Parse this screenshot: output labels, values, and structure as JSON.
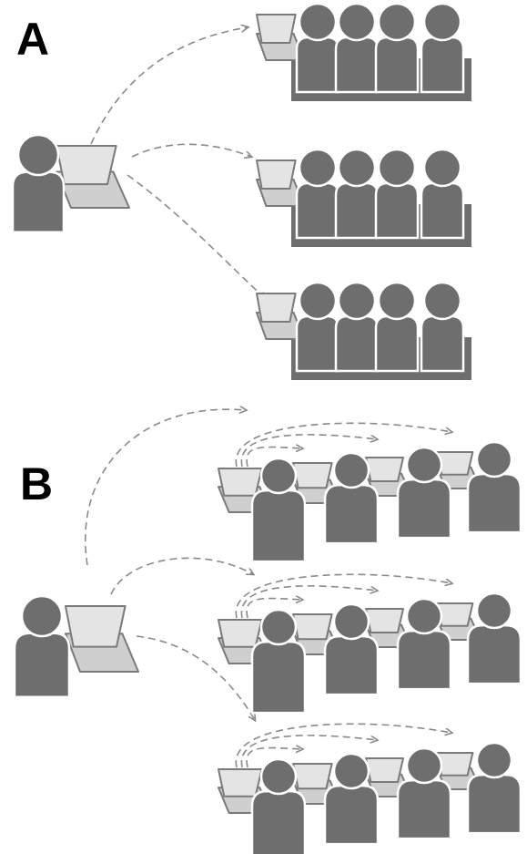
{
  "panels": [
    {
      "label": "A",
      "mode": "centralized"
    },
    {
      "label": "B",
      "mode": "cascading"
    }
  ],
  "colors": {
    "person": "#6e6e6e",
    "laptop_screen": "#e4e4e4",
    "laptop_base": "#cfcfcf",
    "arrow": "#8a8a8a"
  },
  "icons": [
    "person-icon",
    "laptop-icon",
    "dashed-arrow"
  ]
}
